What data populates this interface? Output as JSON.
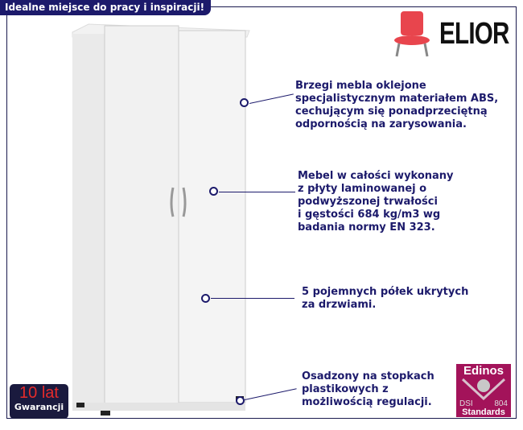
{
  "banner": "Idealne miejsce do pracy i inspiracji!",
  "brand": {
    "name": "ELIOR"
  },
  "features": [
    {
      "text": "Brzegi mebla oklejone\nspecjalistycznym materiałem ABS,\ncechującym się ponadprzeciętną\nodpornością na zarysowania."
    },
    {
      "text": "Mebel w całości wykonany\nz płyty laminowanej o\npodwyższonej trwałości\ni gęstości 684 kg/m3 wg\nbadania normy EN 323."
    },
    {
      "text": "5 pojemnych półek ukrytych\nza drzwiami."
    },
    {
      "text": "Osadzony na stopkach\nplastikowych z\nmożliwością regulacji."
    }
  ],
  "warranty": {
    "years": "10 lat",
    "label": "Gwarancji"
  },
  "certificate": {
    "top": "Edinos",
    "left": "DSI",
    "right": "804",
    "bottom": "Standards"
  },
  "colors": {
    "accent": "#1c1a6b",
    "chair": "#e8454d",
    "cert": "#a3135a"
  }
}
